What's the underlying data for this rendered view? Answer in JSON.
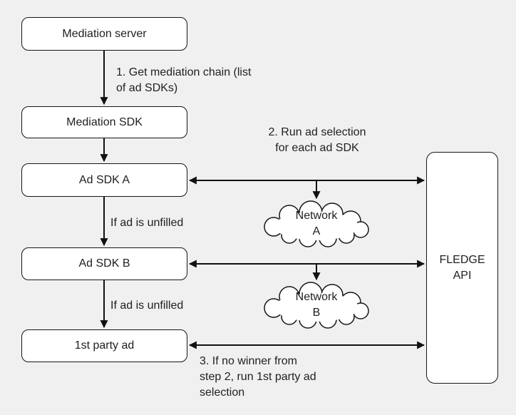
{
  "colors": {
    "background": "#f0f0f1",
    "box_fill": "#ffffff",
    "line": "#111111",
    "text": "#202124"
  },
  "nodes": {
    "mediation_server": "Mediation server",
    "mediation_sdk": "Mediation SDK",
    "ad_sdk_a": "Ad SDK A",
    "ad_sdk_b": "Ad SDK B",
    "first_party_ad": "1st party ad",
    "fledge_api": "FLEDGE\nAPI",
    "network_a": "Network\nA",
    "network_b": "Network\nB"
  },
  "annotations": {
    "step1": "1. Get mediation chain (list\nof ad SDKs)",
    "step2": "2. Run ad selection\nfor each ad SDK",
    "if_unfilled_a": "If ad is unfilled",
    "if_unfilled_b": "If ad is unfilled",
    "step3": "3. If no winner from\nstep 2, run 1st party ad\nselection"
  }
}
